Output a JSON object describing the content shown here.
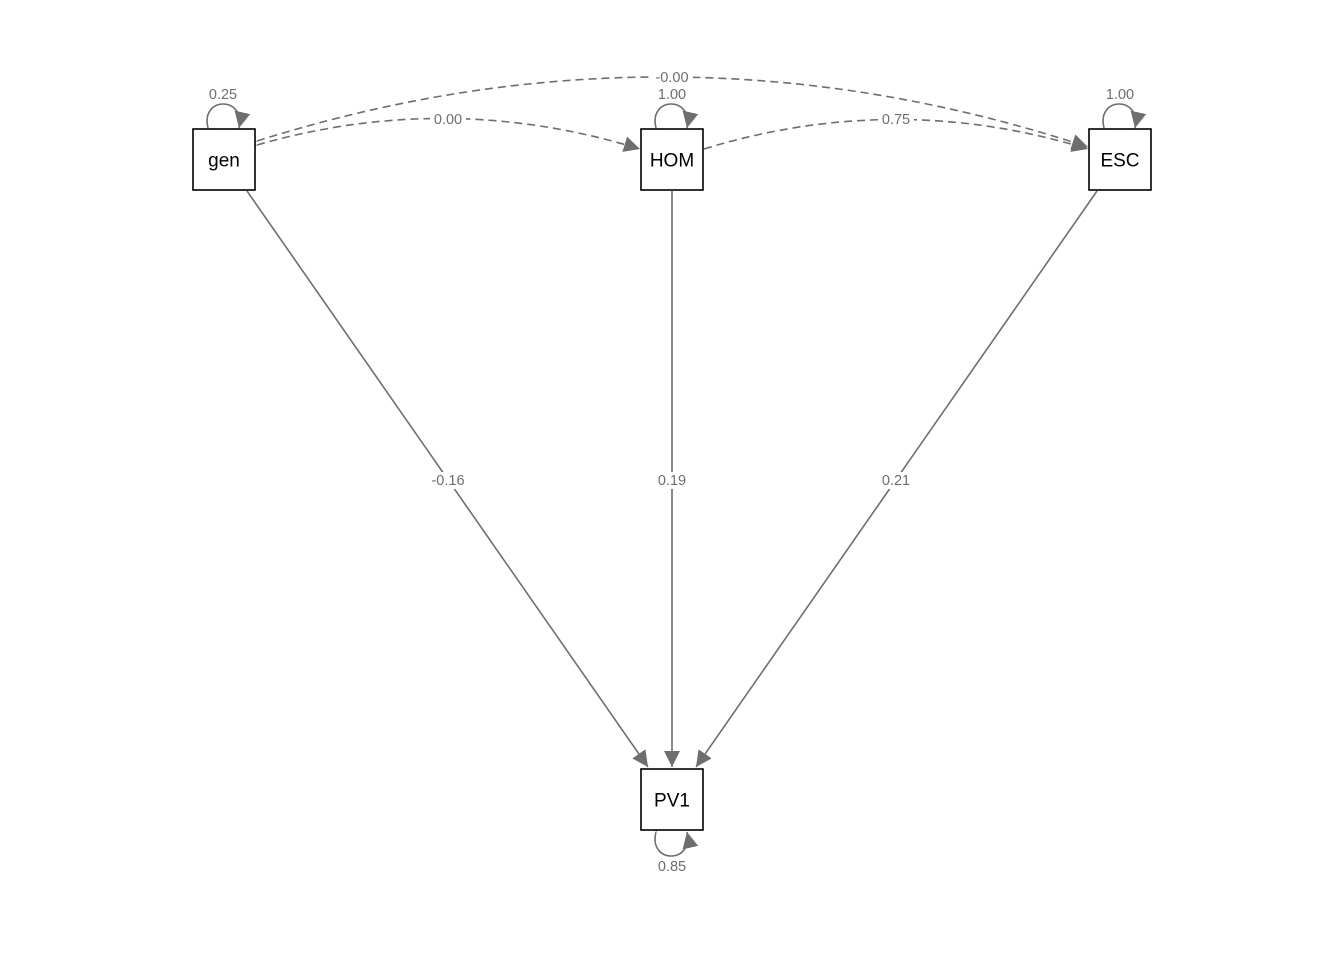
{
  "nodes": {
    "gen": "gen",
    "hom": "HOM",
    "esc": "ESC",
    "pv1": "PV1"
  },
  "paths": {
    "gen_pv1": "-0.16",
    "hom_pv1": "0.19",
    "esc_pv1": "0.21"
  },
  "covariances": {
    "gen_hom": "0.00",
    "hom_esc": "0.75",
    "gen_esc": "-0.00"
  },
  "variances": {
    "gen": "0.25",
    "hom": "1.00",
    "esc": "1.00",
    "pv1": "0.85"
  },
  "colors": {
    "edge": "#6e6e6e",
    "node_border": "#000000",
    "background": "#ffffff"
  }
}
